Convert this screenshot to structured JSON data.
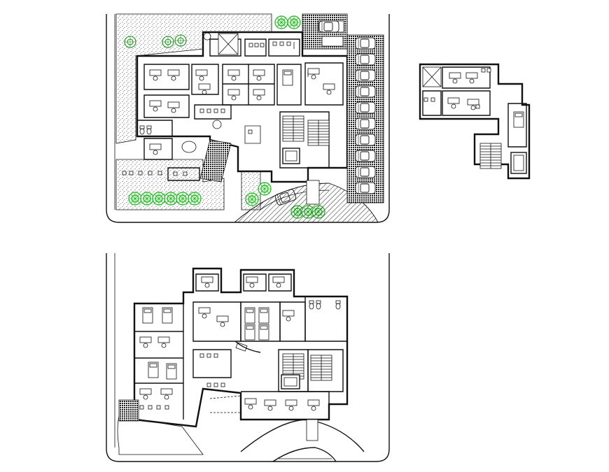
{
  "drawing": {
    "title": "",
    "sheets": [
      {
        "id": "ground-floor-site-plan",
        "label": ""
      },
      {
        "id": "upper-floor-plan",
        "label": ""
      },
      {
        "id": "first-floor-plan",
        "label": ""
      }
    ],
    "colors": {
      "linework": "#111111",
      "vegetation": "#22b222",
      "paper": "#ffffff"
    },
    "symbols": [
      "tree-icon",
      "car-icon",
      "staircase-icon",
      "bed-icon",
      "desk-icon",
      "toilet-icon",
      "chair-icon"
    ]
  }
}
